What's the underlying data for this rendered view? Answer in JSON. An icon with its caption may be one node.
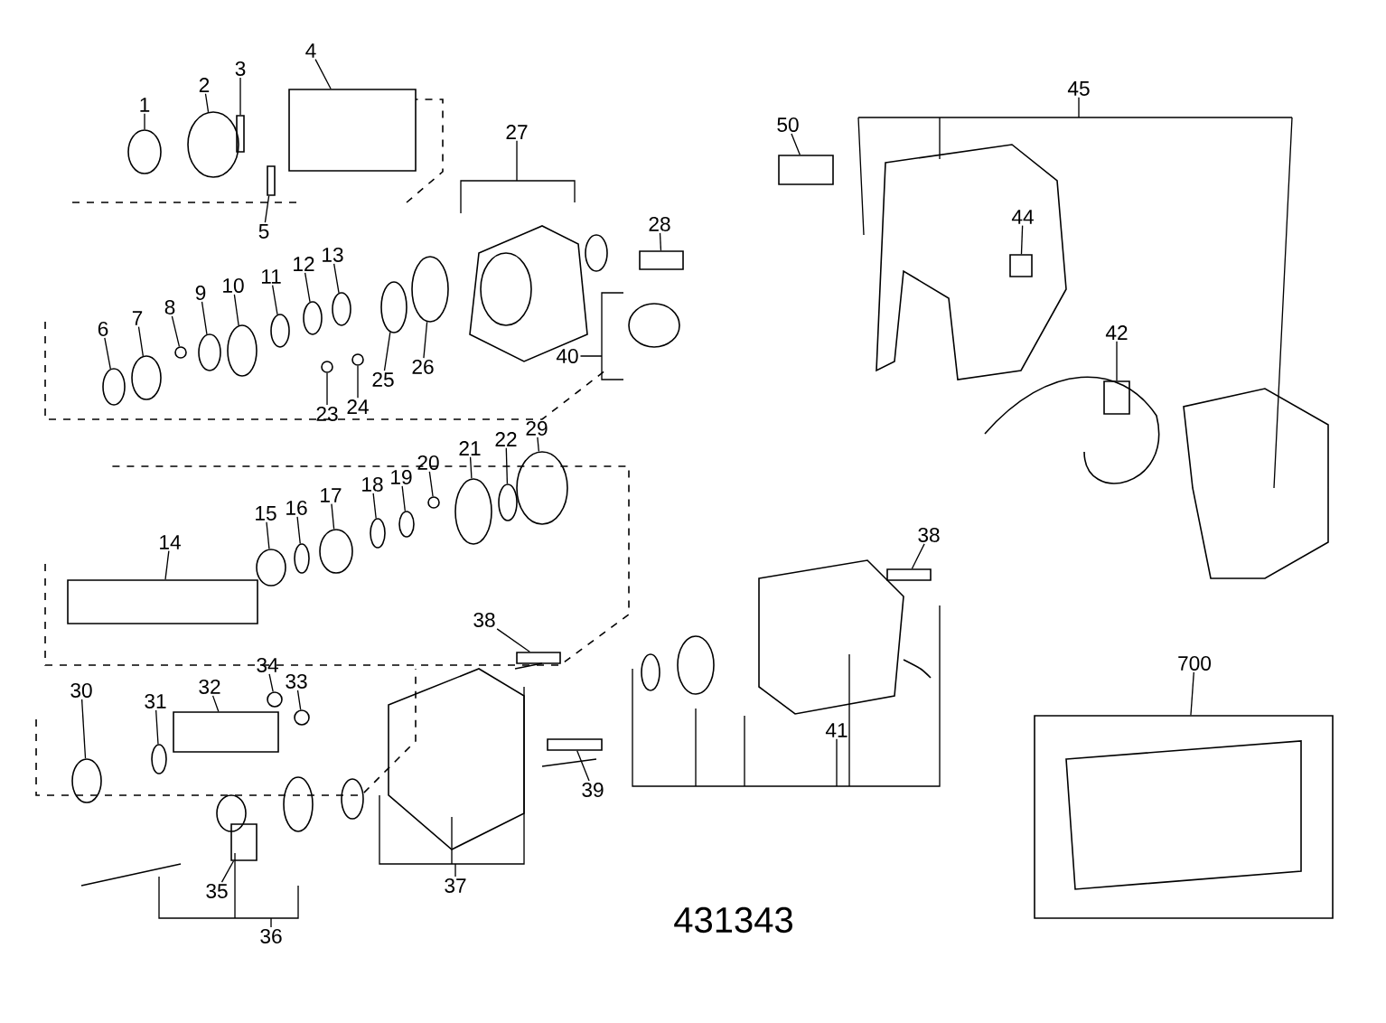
{
  "diagram": {
    "nodes": [
      {
        "text": [
          "1"
        ]
      },
      {
        "text": [
          "2"
        ]
      },
      {
        "text": [
          "3"
        ]
      },
      {
        "text": [
          "4"
        ]
      },
      {
        "text": [
          "5"
        ]
      },
      {
        "text": [
          "27"
        ]
      },
      {
        "text": [
          "50"
        ]
      },
      {
        "text": [
          "45"
        ]
      },
      {
        "text": [
          "28"
        ]
      },
      {
        "text": [
          "44"
        ]
      },
      {
        "text": [
          "6"
        ]
      },
      {
        "text": [
          "7"
        ]
      },
      {
        "text": [
          "8"
        ]
      },
      {
        "text": [
          "9"
        ]
      },
      {
        "text": [
          "10"
        ]
      },
      {
        "text": [
          "11"
        ]
      },
      {
        "text": [
          "12"
        ]
      },
      {
        "text": [
          "13"
        ]
      },
      {
        "text": [
          "23"
        ]
      },
      {
        "text": [
          "24"
        ]
      },
      {
        "text": [
          "25"
        ]
      },
      {
        "text": [
          "26"
        ]
      },
      {
        "text": [
          "40"
        ]
      },
      {
        "text": [
          "42"
        ]
      },
      {
        "text": [
          "14"
        ]
      },
      {
        "text": [
          "15"
        ]
      },
      {
        "text": [
          "16"
        ]
      },
      {
        "text": [
          "17"
        ]
      },
      {
        "text": [
          "18"
        ]
      },
      {
        "text": [
          "19"
        ]
      },
      {
        "text": [
          "20"
        ]
      },
      {
        "text": [
          "21"
        ]
      },
      {
        "text": [
          "22"
        ]
      },
      {
        "text": [
          "29"
        ]
      },
      {
        "text": [
          "38"
        ]
      },
      {
        "text": [
          "38"
        ]
      },
      {
        "text": [
          "700"
        ]
      },
      {
        "text": [
          "30"
        ]
      },
      {
        "text": [
          "31"
        ]
      },
      {
        "text": [
          "32"
        ]
      },
      {
        "text": [
          "34"
        ]
      },
      {
        "text": [
          "33"
        ]
      },
      {
        "text": [
          "41"
        ]
      },
      {
        "text": [
          "39"
        ]
      },
      {
        "text": [
          "35"
        ]
      },
      {
        "text": [
          "37"
        ]
      },
      {
        "text": [
          "36"
        ]
      },
      {
        "text": [],
        "shape": "circle"
      },
      {
        "text": [],
        "shape": "circle"
      },
      {
        "text": [],
        "shape": "box"
      },
      {
        "text": [],
        "shape": "box"
      },
      {
        "text": [],
        "shape": "box"
      },
      {
        "text": [],
        "shape": "box"
      },
      {
        "text": [],
        "shape": "box"
      },
      {
        "text": [],
        "shape": "box"
      },
      {
        "text": [],
        "shape": "circle"
      },
      {
        "text": [],
        "shape": "circle"
      },
      {
        "text": [],
        "shape": "circle"
      },
      {
        "text": [],
        "shape": "circle"
      },
      {
        "text": [],
        "shape": "circle"
      },
      {
        "text": [],
        "shape": "circle"
      },
      {
        "text": [],
        "shape": "circle"
      },
      {
        "text": [],
        "shape": "circle"
      },
      {
        "text": [],
        "shape": "circle"
      },
      {
        "text": [],
        "shape": "circle"
      },
      {
        "text": [],
        "shape": "circle"
      },
      {
        "text": [],
        "shape": "circle"
      },
      {
        "text": [],
        "shape": "box"
      },
      {
        "text": [],
        "shape": "box"
      },
      {
        "text": [],
        "shape": "circle"
      },
      {
        "text": [],
        "shape": "circle"
      },
      {
        "text": [],
        "shape": "circle"
      },
      {
        "text": [],
        "shape": "circle"
      },
      {
        "text": [],
        "shape": "circle"
      },
      {
        "text": [],
        "shape": "circle"
      },
      {
        "text": [],
        "shape": "circle"
      },
      {
        "text": [],
        "shape": "circle"
      },
      {
        "text": [],
        "shape": "circle"
      },
      {
        "text": [],
        "shape": "box"
      },
      {
        "text": [],
        "shape": "box"
      },
      {
        "text": [],
        "shape": "box"
      },
      {
        "text": [],
        "shape": "circle"
      },
      {
        "text": [],
        "shape": "circle"
      },
      {
        "text": [],
        "shape": "box"
      },
      {
        "text": [],
        "shape": "circle"
      },
      {
        "text": [],
        "shape": "circle"
      },
      {
        "text": [],
        "shape": "box"
      },
      {
        "text": [],
        "shape": "box"
      }
    ],
    "edges": [
      {
        "from": 0,
        "to": 47,
        "arrow": "none"
      },
      {
        "from": 1,
        "to": 48,
        "arrow": "none"
      },
      {
        "from": 2,
        "to": 49,
        "arrow": "none"
      },
      {
        "from": 3,
        "to": 50,
        "arrow": "none"
      },
      {
        "from": 4,
        "to": 51,
        "arrow": "none"
      },
      {
        "from": 5,
        "to": null,
        "arrow": "none"
      },
      {
        "from": 6,
        "to": 52,
        "arrow": "none"
      },
      {
        "from": 7,
        "to": null,
        "arrow": "none"
      },
      {
        "from": 8,
        "to": 53,
        "arrow": "none"
      },
      {
        "from": 9,
        "to": 54,
        "arrow": "none"
      },
      {
        "from": 10,
        "to": 55,
        "arrow": "none"
      },
      {
        "from": 11,
        "to": 56,
        "arrow": "none"
      },
      {
        "from": 12,
        "to": 57,
        "arrow": "none"
      },
      {
        "from": 13,
        "to": 58,
        "arrow": "none"
      },
      {
        "from": 14,
        "to": 59,
        "arrow": "none"
      },
      {
        "from": 15,
        "to": 60,
        "arrow": "none"
      },
      {
        "from": 16,
        "to": 61,
        "arrow": "none"
      },
      {
        "from": 17,
        "to": 62,
        "arrow": "none"
      },
      {
        "from": 18,
        "to": 63,
        "arrow": "none"
      },
      {
        "from": 19,
        "to": 64,
        "arrow": "none"
      },
      {
        "from": 20,
        "to": 65,
        "arrow": "none"
      },
      {
        "from": 21,
        "to": 66,
        "arrow": "none"
      },
      {
        "from": 22,
        "to": null,
        "arrow": "none"
      },
      {
        "from": 23,
        "to": 67,
        "arrow": "none"
      },
      {
        "from": 24,
        "to": 68,
        "arrow": "none"
      },
      {
        "from": 25,
        "to": 69,
        "arrow": "none"
      },
      {
        "from": 26,
        "to": 70,
        "arrow": "none"
      },
      {
        "from": 27,
        "to": 71,
        "arrow": "none"
      },
      {
        "from": 28,
        "to": 72,
        "arrow": "none"
      },
      {
        "from": 29,
        "to": 73,
        "arrow": "none"
      },
      {
        "from": 30,
        "to": 74,
        "arrow": "none"
      },
      {
        "from": 31,
        "to": 75,
        "arrow": "none"
      },
      {
        "from": 32,
        "to": 76,
        "arrow": "none"
      },
      {
        "from": 33,
        "to": 77,
        "arrow": "none"
      },
      {
        "from": 34,
        "to": 78,
        "arrow": "none"
      },
      {
        "from": 35,
        "to": 79,
        "arrow": "none"
      },
      {
        "from": 36,
        "to": 80,
        "arrow": "none"
      },
      {
        "from": 37,
        "to": 81,
        "arrow": "none"
      },
      {
        "from": 38,
        "to": 82,
        "arrow": "none"
      },
      {
        "from": 39,
        "to": 83,
        "arrow": "none"
      },
      {
        "from": 40,
        "to": 84,
        "arrow": "none"
      },
      {
        "from": 41,
        "to": 85,
        "arrow": "none"
      },
      {
        "from": 42,
        "to": null,
        "arrow": "none"
      },
      {
        "from": 43,
        "to": 86,
        "arrow": "none"
      },
      {
        "from": 44,
        "to": 87,
        "arrow": "none"
      },
      {
        "from": 45,
        "to": null,
        "arrow": "none"
      },
      {
        "from": 46,
        "to": null,
        "arrow": "none"
      }
    ],
    "labels": [
      "431343"
    ]
  }
}
